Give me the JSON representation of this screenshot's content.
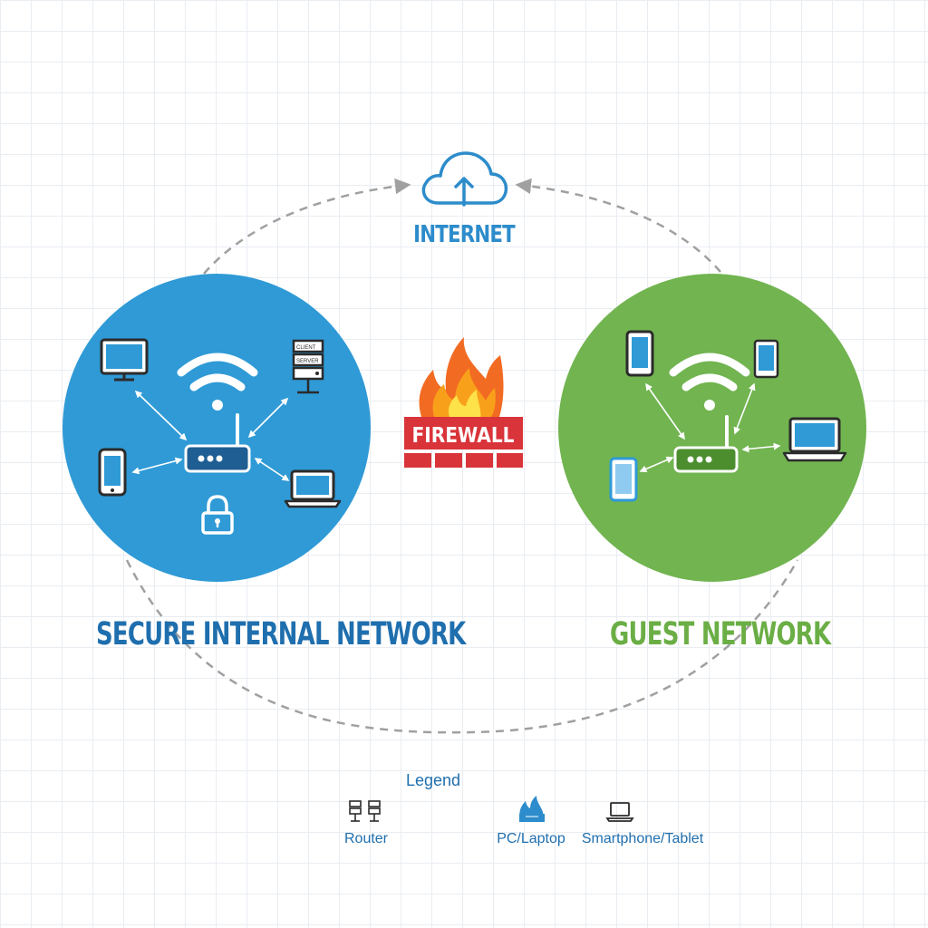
{
  "colors": {
    "secure": "#2f9ad6",
    "secure_text": "#1f6fae",
    "guest": "#71b450",
    "guest_text": "#6aae45",
    "internet_text": "#2d8ccb",
    "firewall": "#d9343a",
    "dashed": "#a0a0a0",
    "device_stroke": "#2b2b2b",
    "white": "#ffffff"
  },
  "labels": {
    "internet": "INTERNET",
    "firewall": "FIREWALL",
    "secure_network": "SECURE INTERNAL NETWORK",
    "guest_network": "GUEST NETWORK"
  },
  "server_text": {
    "line1": "CLIENT",
    "line2": "SERVER"
  },
  "legend": {
    "title": "Legend",
    "items": [
      {
        "label": "Router",
        "icon": "server-rack-icon"
      },
      {
        "label": "PC/Laptop",
        "icon": "firewall-flame-icon"
      },
      {
        "label": "Smartphone/Tablet",
        "icon": "laptop-icon"
      }
    ]
  },
  "icons": {
    "internet": "cloud-upload-icon",
    "firewall": "firewall-flame-icon",
    "secure_router": "router-icon",
    "secure_wifi": "wifi-icon",
    "secure_lock": "padlock-icon",
    "guest_router": "router-icon",
    "guest_wifi": "wifi-icon"
  }
}
